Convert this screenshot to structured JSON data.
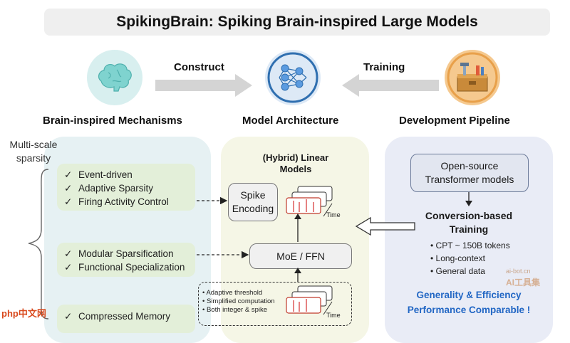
{
  "title": "SpikingBrain: Spiking Brain-inspired Large Models",
  "top": {
    "left_label": "Brain-inspired Mechanisms",
    "center_label": "Model Architecture",
    "right_label": "Development Pipeline",
    "arrow_left_label": "Construct",
    "arrow_right_label": "Training"
  },
  "left_panel": {
    "side_label_line1": "Multi-scale",
    "side_label_line2": "sparsity",
    "group1": [
      "Event-driven",
      "Adaptive Sparsity",
      "Firing Activity Control"
    ],
    "group2": [
      "Modular Sparsification",
      "Functional Specialization"
    ],
    "group3": [
      "Compressed Memory"
    ],
    "check": "✓"
  },
  "center_panel": {
    "title_line1": "(Hybrid) Linear",
    "title_line2": "Models",
    "spike_line1": "Spike",
    "spike_line2": "Encoding",
    "time_label_top": "Time",
    "moe_label": "MoE / FFN",
    "dashed_items": [
      "Adaptive threshold",
      "Simplified computation",
      "Both integer & spike"
    ],
    "time_label_bottom": "Time"
  },
  "right_panel": {
    "transformer_line1": "Open-source",
    "transformer_line2": "Transformer models",
    "conversion_line1": "Conversion-based",
    "conversion_line2": "Training",
    "bullets": [
      "CPT ~ 150B tokens",
      "Long-context",
      "General data"
    ],
    "footer_line1": "Generality & Efficiency",
    "footer_line2": "Performance Comparable !"
  },
  "watermarks": {
    "bottom_left": "php中文网",
    "right_small": "ai-bot.cn",
    "right_big": "AI工具集"
  },
  "colors": {
    "brain_circle": "#d8efef",
    "model_circle": "#dde9f6",
    "pipeline_circle": "#f5c98f",
    "left_panel": "#e6f1f3",
    "center_panel": "#f5f6e6",
    "right_panel": "#e9ecf6",
    "green_box": "#e3efd9",
    "footer_blue": "#2166c4",
    "arrow_gray": "#d4d4d4"
  }
}
